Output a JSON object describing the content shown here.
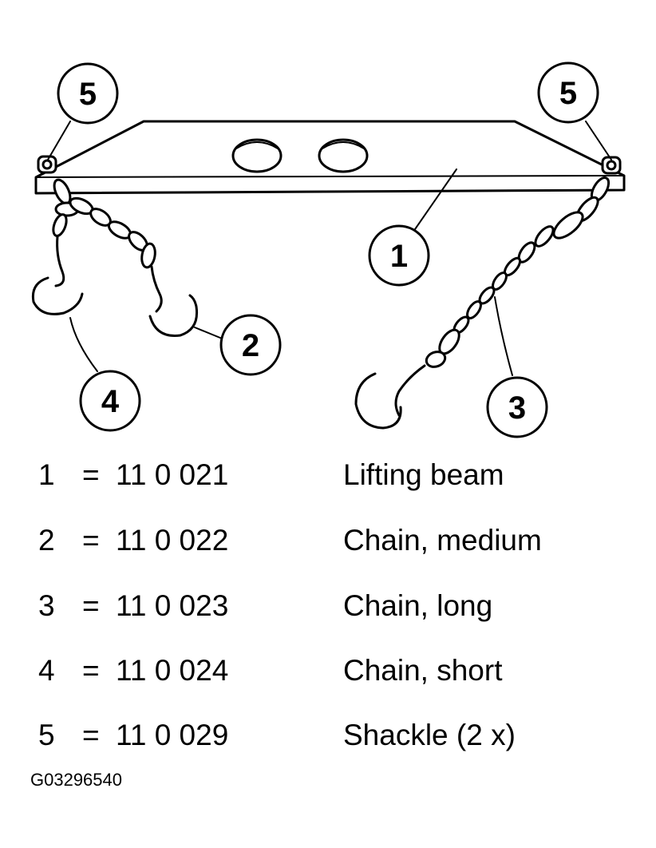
{
  "callouts": [
    {
      "id": "1",
      "label": "1"
    },
    {
      "id": "2",
      "label": "2"
    },
    {
      "id": "3",
      "label": "3"
    },
    {
      "id": "4",
      "label": "4"
    },
    {
      "id": "5a",
      "label": "5"
    },
    {
      "id": "5b",
      "label": "5"
    }
  ],
  "legend": [
    {
      "num": "1",
      "eq": "=",
      "part": "11 0 021",
      "desc": "Lifting beam"
    },
    {
      "num": "2",
      "eq": "=",
      "part": "11 0 022",
      "desc": "Chain, medium"
    },
    {
      "num": "3",
      "eq": "=",
      "part": "11 0 023",
      "desc": "Chain, long"
    },
    {
      "num": "4",
      "eq": "=",
      "part": "11 0 024",
      "desc": "Chain, short"
    },
    {
      "num": "5",
      "eq": "=",
      "part": "11 0 029",
      "desc": "Shackle (2 x)"
    }
  ],
  "figure_id": "G03296540"
}
